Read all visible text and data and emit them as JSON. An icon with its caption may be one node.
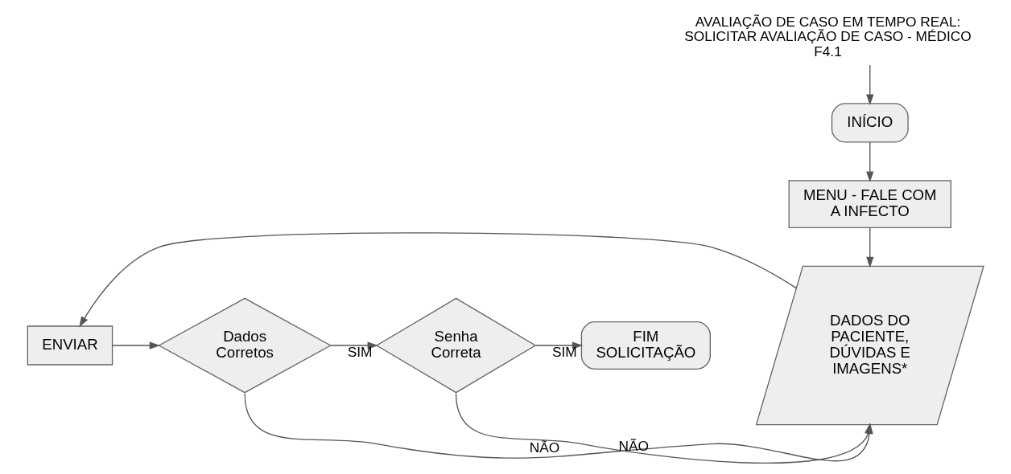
{
  "diagram": {
    "title": "AVALIAÇÃO DE CASO EM TEMPO REAL: SOLICITAR AVALIAÇÃO DE CASO - MÉDICO F4.1",
    "nodes": [
      {
        "text": [
          "INÍCIO"
        ]
      },
      {
        "text": [
          "MENU - FALE COM A INFECTO"
        ]
      },
      {
        "text": [
          "DADOS DO PACIENTE, DÚVIDAS E IMAGENS*"
        ]
      },
      {
        "text": [
          "ENVIAR"
        ]
      },
      {
        "text": [
          "Dados Corretos"
        ]
      },
      {
        "text": [
          "Senha Correta"
        ]
      },
      {
        "text": [
          "FIM SOLICITAÇÃO"
        ]
      }
    ],
    "edges": [
      {
        "from": null,
        "to": 0,
        "arrow": "to"
      },
      {
        "from": 0,
        "to": 1,
        "arrow": "to"
      },
      {
        "from": 1,
        "to": 2,
        "arrow": "to"
      },
      {
        "from": 2,
        "to": 3,
        "arrow": "to"
      },
      {
        "from": 3,
        "to": 4,
        "arrow": "to"
      },
      {
        "from": 4,
        "to": 5,
        "arrow": "to",
        "label": "SIM"
      },
      {
        "from": 5,
        "to": 6,
        "arrow": "to",
        "label": "SIM"
      },
      {
        "from": 4,
        "to": 2,
        "arrow": "to",
        "label": "NÃO"
      },
      {
        "from": 5,
        "to": 2,
        "arrow": "to",
        "label": "NÃO"
      }
    ]
  }
}
